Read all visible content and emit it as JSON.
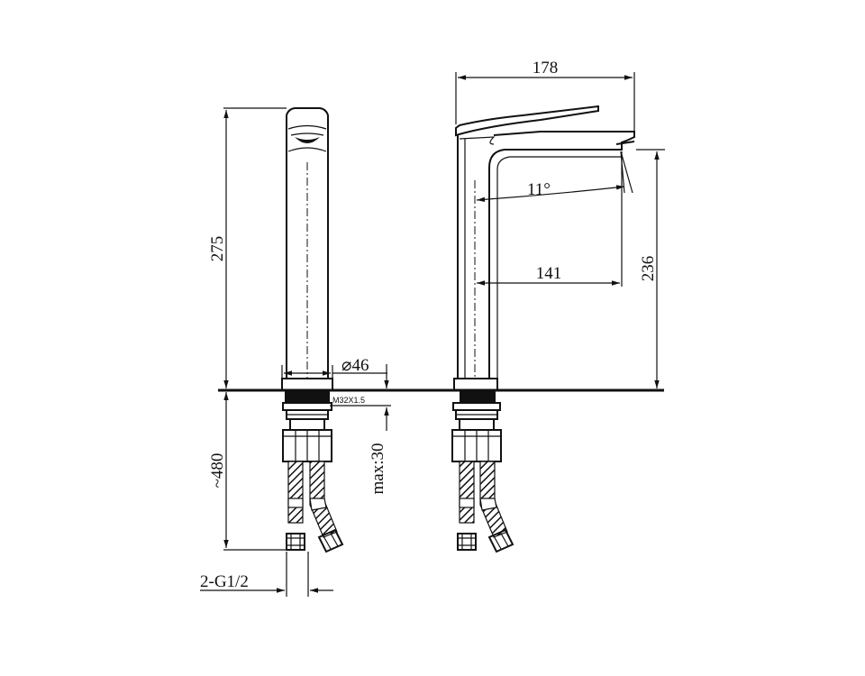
{
  "dimensions": {
    "height_front": "275",
    "height_total": "~480",
    "base_diameter": "⌀46",
    "thread": "M32X1.5",
    "max_thickness": "max:30",
    "hose_connection": "2-G1/2",
    "width_total": "178",
    "spout_angle": "11°",
    "spout_reach": "141",
    "spout_height": "236"
  }
}
